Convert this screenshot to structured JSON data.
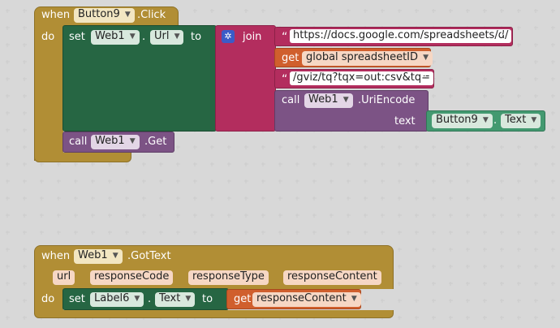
{
  "colors": {
    "event": "#b18e35",
    "event_dark": "#8d7128",
    "setter": "#266643",
    "setter_dark": "#1b4d31",
    "text": "#b32d5e",
    "text_dark": "#8c2148",
    "variable": "#d05f2d",
    "component": "#439970",
    "method": "#7c5385",
    "dropdown_green": "#d8e8dd",
    "dropdown_gold": "#f2e6c2",
    "dropdown_orange": "#f6d7c4",
    "dropdown_purple": "#e3d6e6"
  },
  "block1": {
    "when": "when",
    "component": "Button9",
    "event": ".Click",
    "do": "do",
    "set": "set",
    "set_component": "Web1",
    "dot": ".",
    "set_property": "Url",
    "to": "to",
    "gear_icon": "gear-icon",
    "join": "join",
    "str1": "https://docs.google.com/spreadsheets/d/",
    "get": "get",
    "get_var": "global spreadsheetID",
    "str2": "/gviz/tq?tqx=out:csv&tq=",
    "call": "call",
    "call_component": "Web1",
    "call_method": ".UriEncode",
    "text_label": "text",
    "arg_component": "Button9",
    "arg_property": "Text",
    "call2": "call",
    "call2_component": "Web1",
    "call2_method": ".Get",
    "quote_open": "“",
    "quote_close": "”"
  },
  "block2": {
    "when": "when",
    "component": "Web1",
    "event": ".GotText",
    "params": [
      "url",
      "responseCode",
      "responseType",
      "responseContent"
    ],
    "do": "do",
    "set": "set",
    "set_component": "Label6",
    "dot": ".",
    "set_property": "Text",
    "to": "to",
    "get": "get",
    "get_var": "responseContent"
  }
}
